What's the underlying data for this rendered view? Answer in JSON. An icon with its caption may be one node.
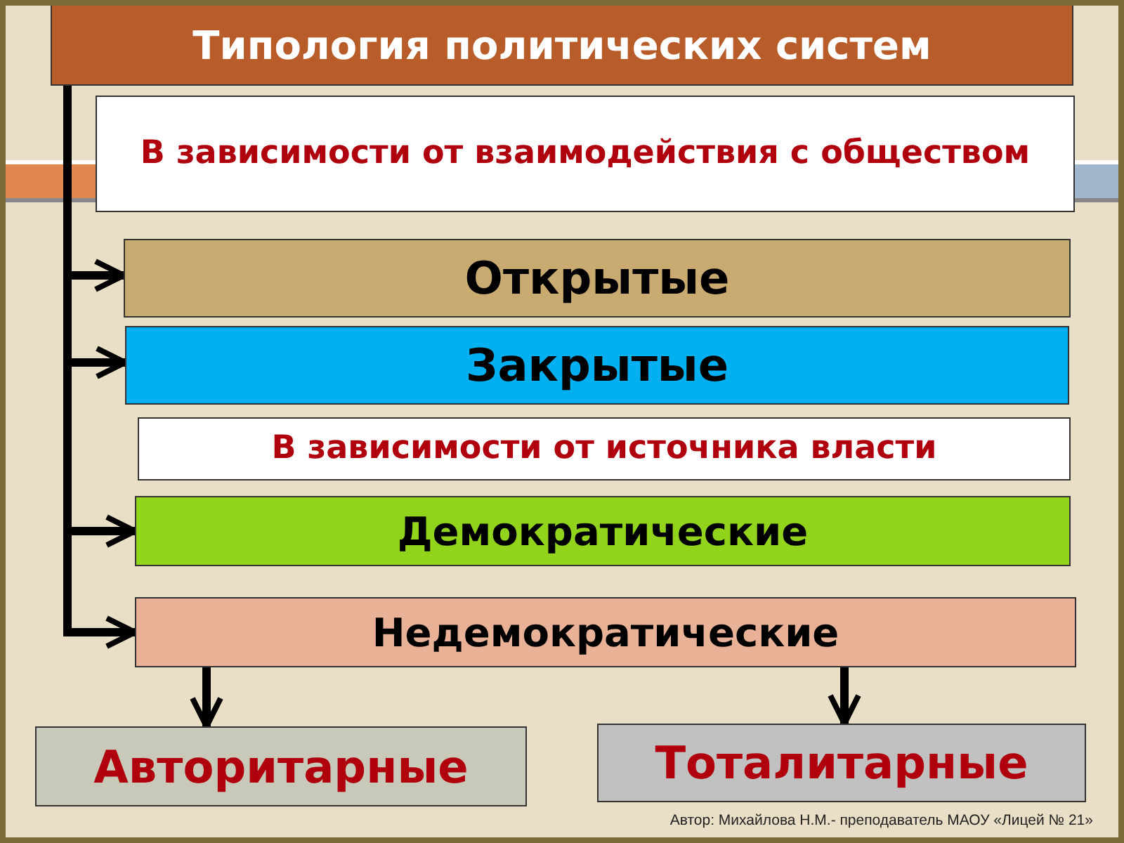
{
  "diagram": {
    "nodes": [
      {
        "text": [
          "Типология политических систем"
        ]
      },
      {
        "text": [
          "В зависимости от взаимодействия с обществом"
        ]
      },
      {
        "text": [
          "Открытые"
        ]
      },
      {
        "text": [
          "Закрытые"
        ]
      },
      {
        "text": [
          "В зависимости от источника власти"
        ]
      },
      {
        "text": [
          "Демократические"
        ]
      },
      {
        "text": [
          "Недемократические"
        ]
      },
      {
        "text": [
          "Авторитарные"
        ]
      },
      {
        "text": [
          "Тоталитарные"
        ]
      }
    ],
    "edges": [
      {
        "from": 0,
        "to": 2,
        "arrow": "to"
      },
      {
        "from": 0,
        "to": 3,
        "arrow": "to"
      },
      {
        "from": 0,
        "to": 5,
        "arrow": "to"
      },
      {
        "from": 0,
        "to": 6,
        "arrow": "to"
      },
      {
        "from": 6,
        "to": 7,
        "arrow": "to"
      },
      {
        "from": 6,
        "to": 8,
        "arrow": "to"
      }
    ],
    "labels": [
      "Автор: Михайлова Н.М.- преподаватель МАОУ «Лицей № 21»"
    ]
  }
}
